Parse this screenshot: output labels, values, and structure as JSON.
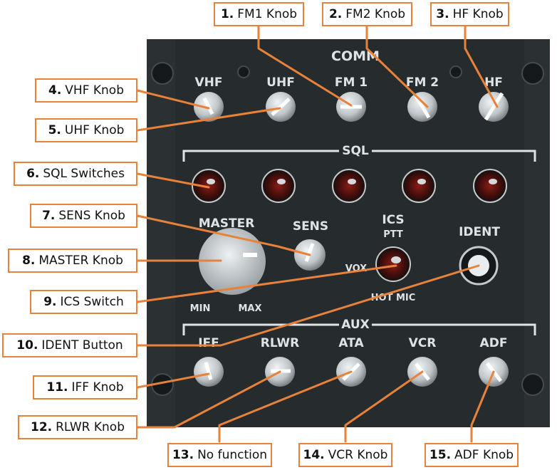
{
  "panel": {
    "title": "COMM",
    "sql_label": "SQL",
    "aux_label": "AUX",
    "top_knobs": [
      "VHF",
      "UHF",
      "FM 1",
      "FM 2",
      "HF"
    ],
    "master_label": "MASTER",
    "master_min": "MIN",
    "master_max": "MAX",
    "sens_label": "SENS",
    "ics_label": "ICS",
    "ics_ptt": "PTT",
    "ics_vox": "VOX",
    "ics_hot_mic": "HOT MIC",
    "ident_label": "IDENT",
    "aux_knobs": [
      "IFF",
      "RLWR",
      "ATA",
      "VCR",
      "ADF"
    ]
  },
  "callouts": [
    {
      "num": "1.",
      "text": "FM1 Knob"
    },
    {
      "num": "2.",
      "text": "FM2 Knob"
    },
    {
      "num": "3.",
      "text": "HF Knob"
    },
    {
      "num": "4.",
      "text": "VHF Knob"
    },
    {
      "num": "5.",
      "text": "UHF Knob"
    },
    {
      "num": "6.",
      "text": "SQL Switches"
    },
    {
      "num": "7.",
      "text": "SENS Knob"
    },
    {
      "num": "8.",
      "text": "MASTER Knob"
    },
    {
      "num": "9.",
      "text": "ICS Switch"
    },
    {
      "num": "10.",
      "text": "IDENT Button"
    },
    {
      "num": "11.",
      "text": "IFF Knob"
    },
    {
      "num": "12.",
      "text": "RLWR Knob"
    },
    {
      "num": "13.",
      "text": "No function"
    },
    {
      "num": "14.",
      "text": "VCR Knob"
    },
    {
      "num": "15.",
      "text": "ADF Knob"
    }
  ],
  "colors": {
    "accent": "#e8823a",
    "panel": "#2b3033",
    "panel_text": "#dfe3e6"
  }
}
